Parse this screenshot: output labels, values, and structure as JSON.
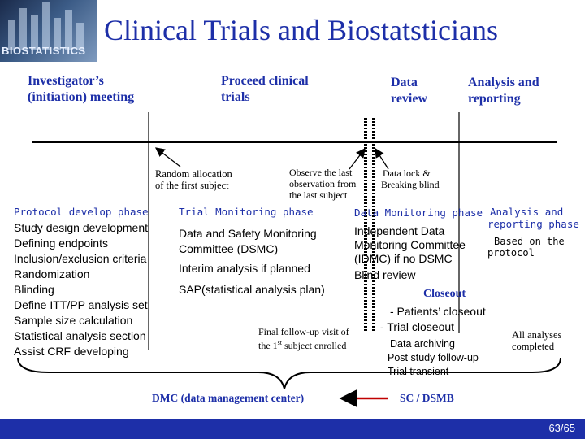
{
  "logo": {
    "text": "BIOSTATISTICS"
  },
  "title": "Clinical Trials and Biostatsticians",
  "phases": {
    "investigator": "Investigator’s (initiation) meeting",
    "proceed": "Proceed clinical trials",
    "data_review": "Data review",
    "analysis_reporting": "Analysis and reporting"
  },
  "timeline_notes": {
    "random_allocation_1": "Random allocation",
    "random_allocation_2": "of the first subject",
    "observe_last_1": "Observe the last",
    "observe_last_2": "observation from",
    "observe_last_3": "the last subject",
    "data_lock_1": "Data lock &",
    "data_lock_2": "Breaking blind"
  },
  "protocol": {
    "header": "Protocol develop phase",
    "items": [
      "Study design development",
      "Defining endpoints",
      "Inclusion/exclusion criteria",
      "Randomization",
      "Blinding",
      "Define ITT/PP analysis set",
      "Sample size calculation",
      "Statistical analysis section",
      "Assist CRF developing"
    ]
  },
  "trial_monitoring": {
    "header": "Trial Monitoring phase",
    "dsmc_1": "Data and Safety Monitoring",
    "dsmc_2": "Committee (DSMC)",
    "interim": "Interim analysis if planned",
    "sap": "SAP(statistical analysis plan)",
    "followup_1": "Final follow-up visit of",
    "followup_2_pre": "the 1",
    "followup_2_sup": "st",
    "followup_2_post": " subject enrolled"
  },
  "data_monitoring": {
    "header": "Data Monitoring phase",
    "idmc_1": "Independent Data",
    "idmc_2": "Monitoring Committee",
    "idmc_3": "(IDMC) if no DSMC",
    "blind_review": "Blind review",
    "closeout_header": "Closeout",
    "patients_closeout": "- Patients’ closeout",
    "trial_closeout": "- Trial closeout",
    "archiving": "Data archiving",
    "post_study": "Post study follow-up",
    "trial_transient": "Trial transient"
  },
  "analysis_phase": {
    "header_1": "Analysis and",
    "header_2": "reporting phase",
    "based_1": "Based on the",
    "based_2": "protocol",
    "all_analyses_1": "All analyses",
    "all_analyses_2": "completed"
  },
  "footer": {
    "dmc": "DMC (data management center)",
    "sc_dsmb": "SC / DSMB",
    "page": "63/65"
  },
  "colors": {
    "accent": "#1d2fa8",
    "footer_bar": "#1d2fa8"
  }
}
